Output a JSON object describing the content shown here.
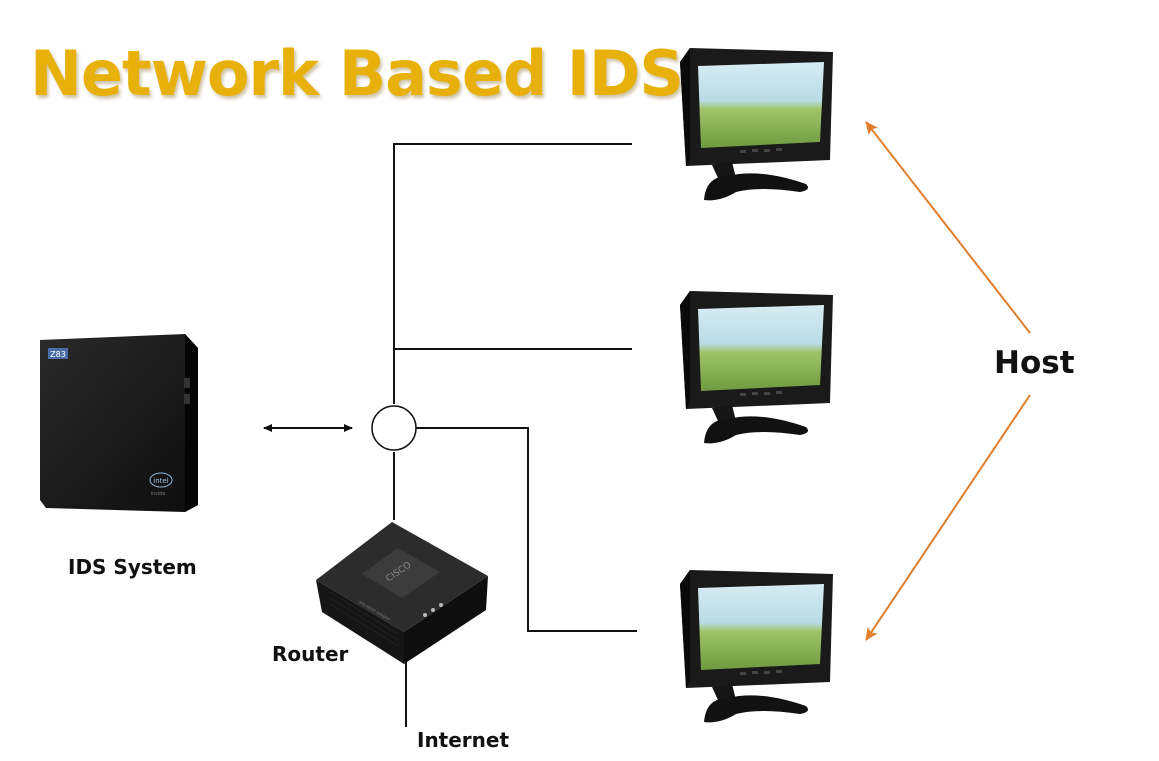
{
  "title": "Network Based IDS",
  "labels": {
    "ids_system": "IDS System",
    "router": "Router",
    "internet": "Internet",
    "host": "Host"
  },
  "device_text": {
    "ids_badge": "Z83",
    "ids_logo": "intel",
    "ids_logo_sub": "inside",
    "router_brand": "CISCO",
    "router_model": "SPA 8800 Adapter"
  },
  "colors": {
    "title": "#E8B00A",
    "annotation_arrow": "#E07E2C",
    "wire": "#111111",
    "device": "#1c1c1c"
  },
  "icons": {
    "ids_device": "mini-pc-icon",
    "router_device": "router-icon",
    "host_devices": "monitor-icon",
    "hub": "network-hub-icon"
  }
}
